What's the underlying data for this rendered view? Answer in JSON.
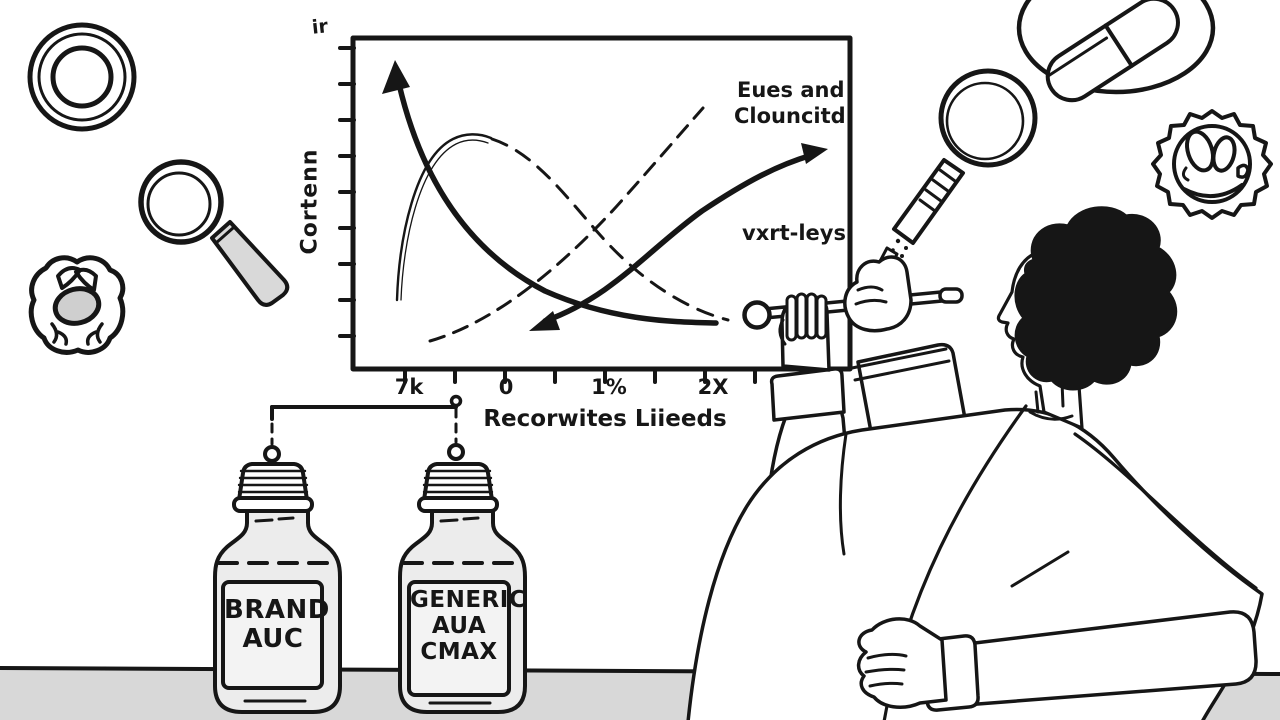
{
  "colors": {
    "ink": "#161616",
    "floor_gray": "#d8d8d8",
    "glass_gray": "#ececec",
    "panel_gray": "#f3f3f3",
    "handle_gray": "#d9d9d9"
  },
  "chart": {
    "corner_note": "ir",
    "y_axis_label": "Cortenn",
    "x_axis_label": "Recorwites Liieeds",
    "x_tick_labels": [
      "7k",
      "0",
      "1%",
      "2X"
    ],
    "annotations": {
      "curve_label_line1": "Eues and",
      "curve_label_line2": "Clouncitd",
      "curve_label_mid": "vxrt-leys"
    }
  },
  "chart_data": {
    "type": "line",
    "title": "",
    "xlabel": "Recorwites Liieeds",
    "ylabel": "Cortenn",
    "x_tick_labels": [
      "7k",
      "0",
      "1%",
      "2X"
    ],
    "grid": false,
    "legend": "none",
    "series": [
      {
        "name": "steep-decay-arrow",
        "style": "solid-thick-arrow-up-left",
        "points_norm": [
          [
            0.09,
            0.97
          ],
          [
            0.25,
            0.45
          ],
          [
            0.5,
            0.22
          ],
          [
            0.73,
            0.14
          ]
        ]
      },
      {
        "name": "rising-s-curve-arrow",
        "style": "solid-thick-arrow-right",
        "points_norm": [
          [
            0.38,
            0.13
          ],
          [
            0.62,
            0.48
          ],
          [
            0.93,
            0.65
          ]
        ]
      },
      {
        "name": "concentration-peak",
        "style": "thin-solid-then-dashed",
        "points_norm": [
          [
            0.09,
            0.21
          ],
          [
            0.2,
            0.7
          ],
          [
            0.28,
            0.7
          ],
          [
            0.52,
            0.4
          ],
          [
            0.76,
            0.15
          ]
        ]
      },
      {
        "name": "dashed-rising",
        "style": "dashed",
        "label": "Eues and Clouncitd",
        "points_norm": [
          [
            0.15,
            0.08
          ],
          [
            0.52,
            0.5
          ],
          [
            0.7,
            0.79
          ]
        ]
      }
    ]
  },
  "bottles": {
    "brand": {
      "line1": "BRAND",
      "line2": "AUC"
    },
    "generic": {
      "line1": "GENERIC",
      "line2": "AUA",
      "line3": "CMAX"
    }
  },
  "icons": {
    "top_left": "concentric-rings-tablet",
    "mid_left": "magnifying-glass",
    "lower_left": "scalloped-pill",
    "upper_right": "magnifying-glass",
    "top_right": "capsule-in-ellipse",
    "right_edge": "gear-edged-pill",
    "figure": "scientist-with-pointer"
  }
}
